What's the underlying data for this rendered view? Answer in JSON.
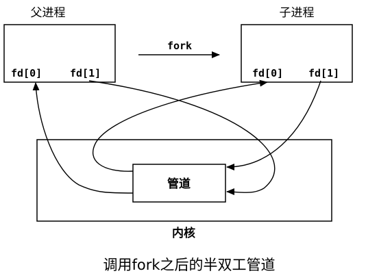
{
  "diagram": {
    "parent_label": "父进程",
    "child_label": "子进程",
    "fork_label": "fork",
    "parent_fd0": "fd[0]",
    "parent_fd1": "fd[1]",
    "child_fd0": "fd[0]",
    "child_fd1": "fd[1]",
    "pipe_label": "管道",
    "kernel_label": "内核"
  },
  "caption": "调用fork之后的半双工管道"
}
